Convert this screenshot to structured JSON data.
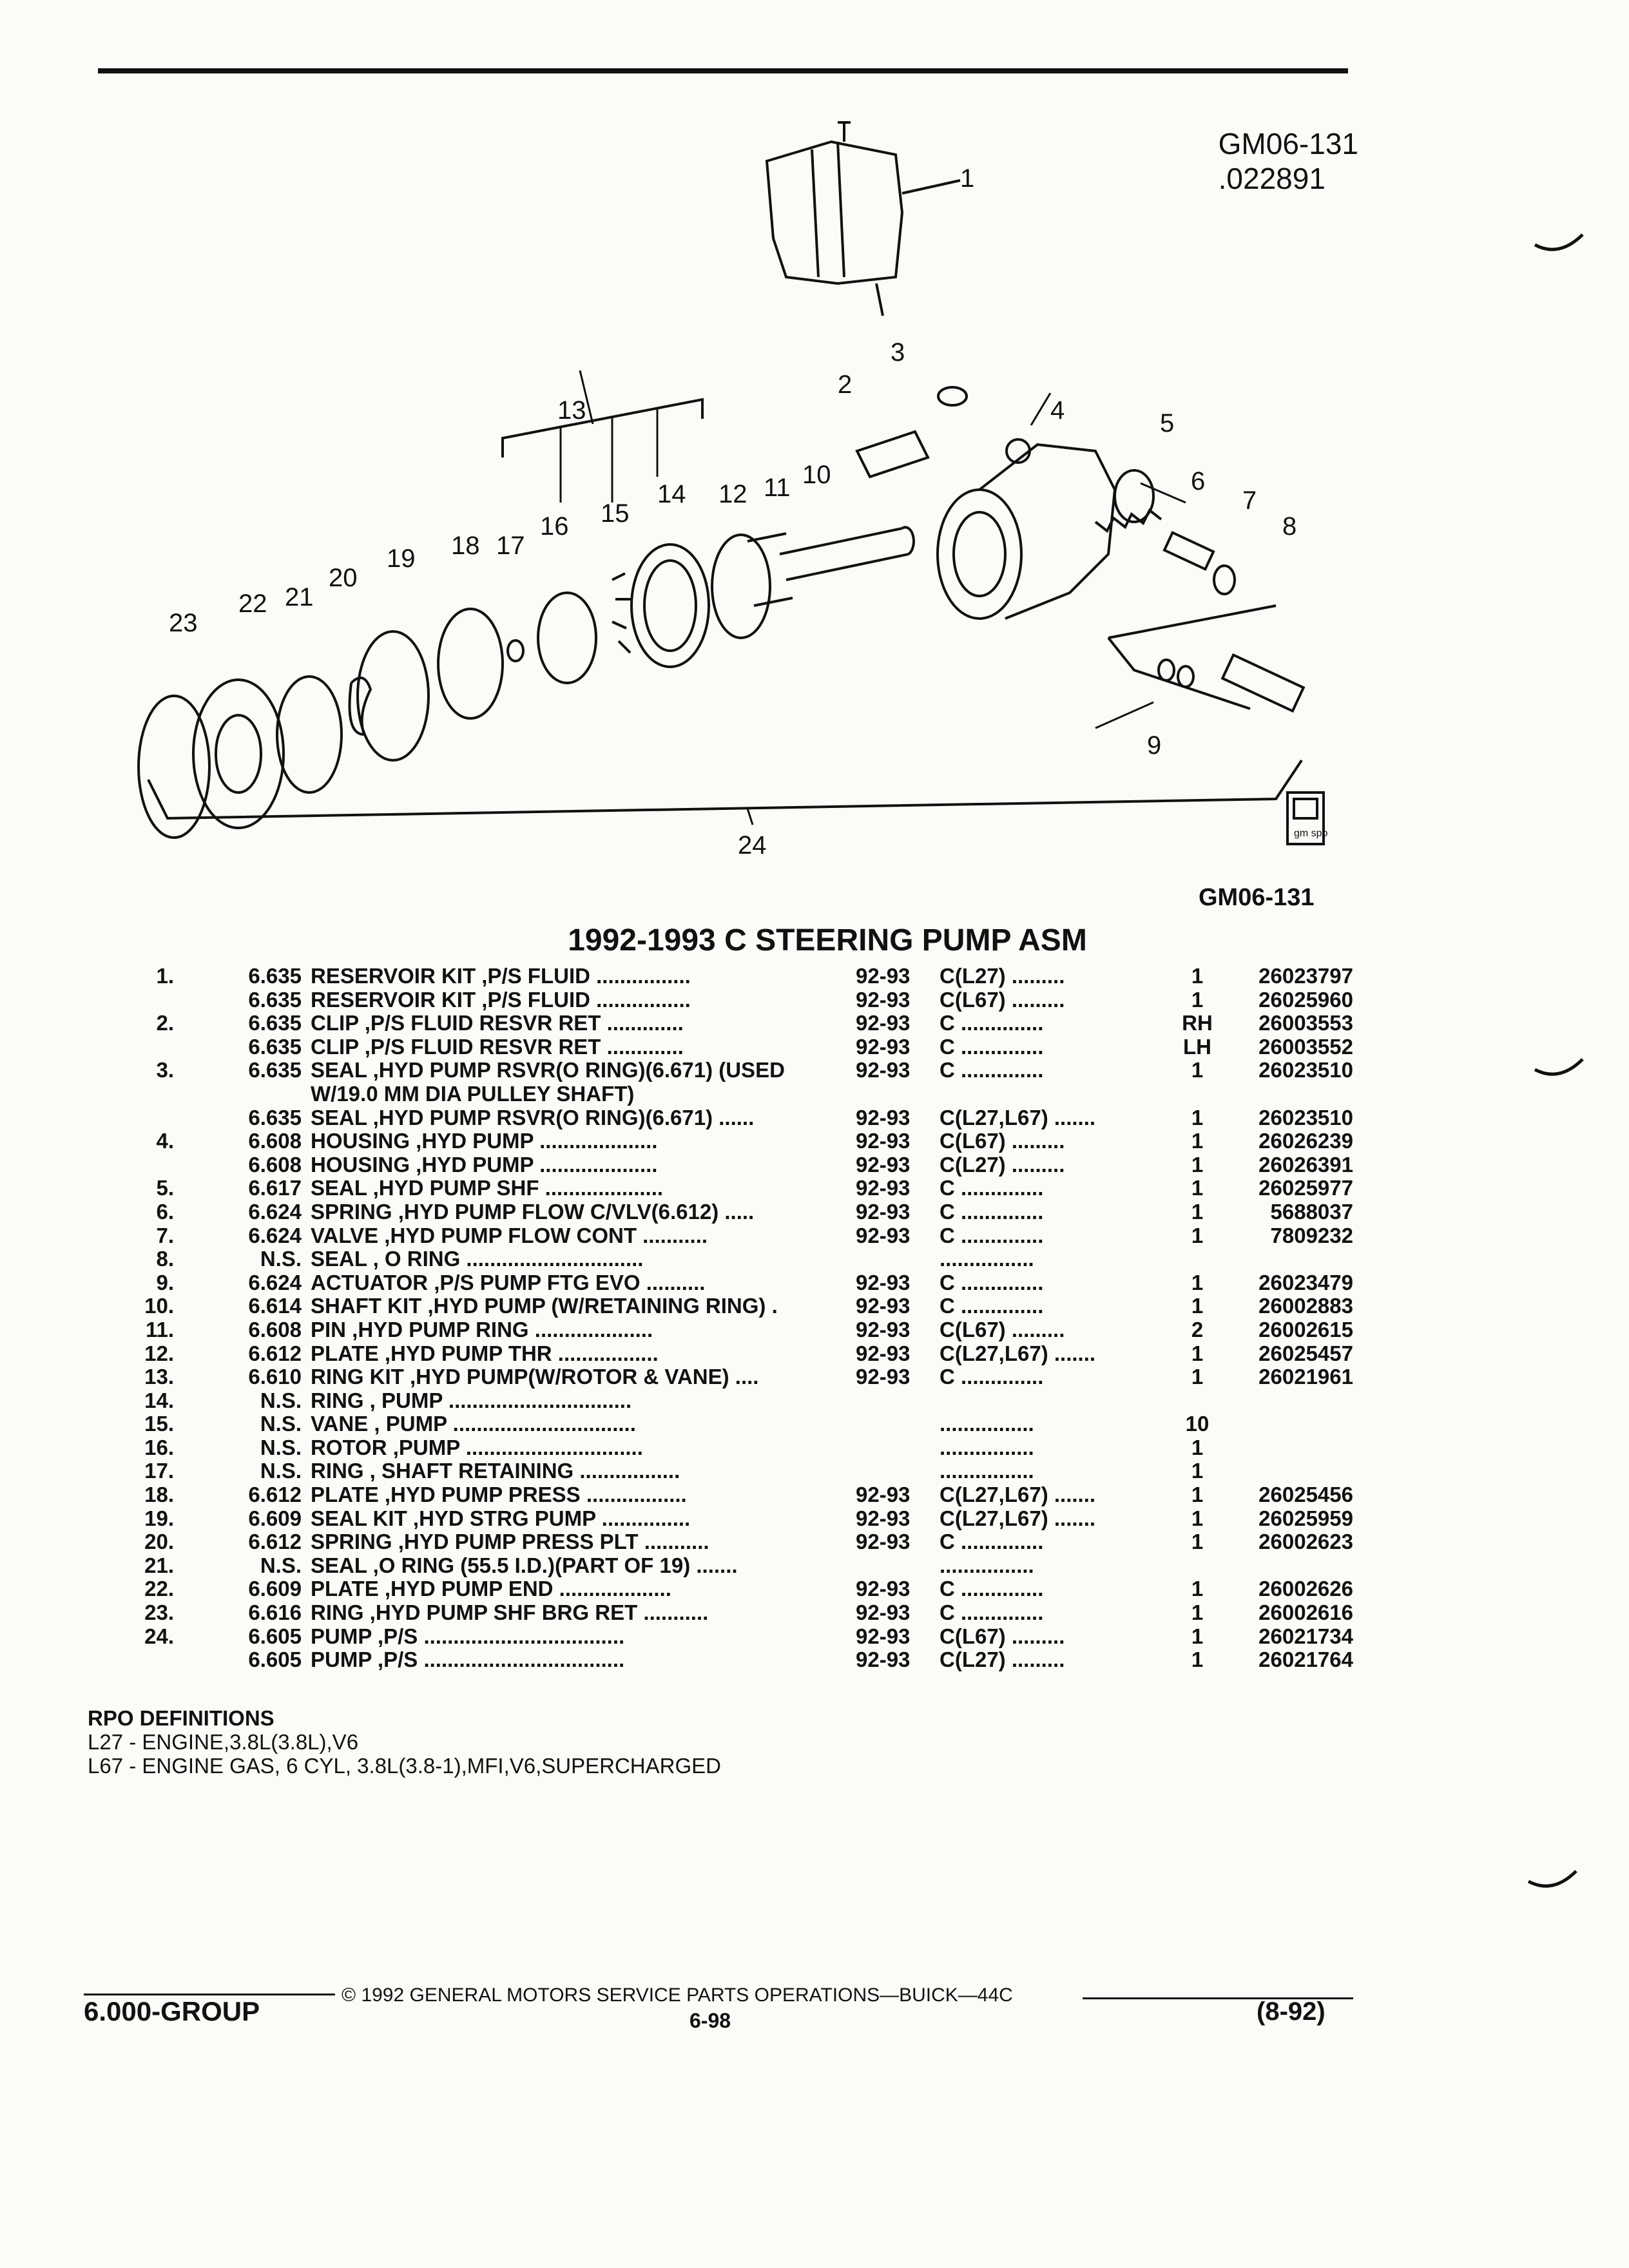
{
  "doc": {
    "ref_code": "GM06-131",
    "ref_date": ".022891",
    "figure_code": "GM06-131",
    "title": "1992-1993 C STEERING PUMP ASM"
  },
  "callouts": [
    "1",
    "2",
    "3",
    "4",
    "5",
    "6",
    "7",
    "8",
    "9",
    "10",
    "11",
    "12",
    "13",
    "14",
    "15",
    "16",
    "17",
    "18",
    "19",
    "20",
    "21",
    "22",
    "23",
    "24"
  ],
  "logo_text": "gm spo",
  "parts": [
    {
      "idx": "1.",
      "grp": "6.635",
      "desc": "RESERVOIR KIT ,P/S FLUID ................",
      "yr": "92-93",
      "app": "C(L27) .........",
      "qty": "1",
      "pn": "26023797"
    },
    {
      "idx": "",
      "grp": "6.635",
      "desc": "RESERVOIR KIT ,P/S FLUID ................",
      "yr": "92-93",
      "app": "C(L67) .........",
      "qty": "1",
      "pn": "26025960"
    },
    {
      "idx": "2.",
      "grp": "6.635",
      "desc": "CLIP ,P/S FLUID RESVR RET .............",
      "yr": "92-93",
      "app": "C ..............",
      "qty": "RH",
      "pn": "26003553"
    },
    {
      "idx": "",
      "grp": "6.635",
      "desc": "CLIP ,P/S FLUID RESVR RET .............",
      "yr": "92-93",
      "app": "C ..............",
      "qty": "LH",
      "pn": "26003552"
    },
    {
      "idx": "3.",
      "grp": "6.635",
      "desc": "SEAL ,HYD PUMP RSVR(O RING)(6.671) (USED",
      "yr": "92-93",
      "app": "C ..............",
      "qty": "1",
      "pn": "26023510"
    },
    {
      "idx": "",
      "grp": "",
      "desc": "W/19.0 MM DIA PULLEY SHAFT)",
      "yr": "",
      "app": "",
      "qty": "",
      "pn": ""
    },
    {
      "idx": "",
      "grp": "6.635",
      "desc": "SEAL ,HYD PUMP RSVR(O RING)(6.671) ......",
      "yr": "92-93",
      "app": "C(L27,L67) .......",
      "qty": "1",
      "pn": "26023510"
    },
    {
      "idx": "4.",
      "grp": "6.608",
      "desc": "HOUSING ,HYD PUMP ....................",
      "yr": "92-93",
      "app": "C(L67) .........",
      "qty": "1",
      "pn": "26026239"
    },
    {
      "idx": "",
      "grp": "6.608",
      "desc": "HOUSING ,HYD PUMP ....................",
      "yr": "92-93",
      "app": "C(L27) .........",
      "qty": "1",
      "pn": "26026391"
    },
    {
      "idx": "5.",
      "grp": "6.617",
      "desc": "SEAL ,HYD PUMP SHF ....................",
      "yr": "92-93",
      "app": "C ..............",
      "qty": "1",
      "pn": "26025977"
    },
    {
      "idx": "6.",
      "grp": "6.624",
      "desc": "SPRING ,HYD PUMP FLOW C/VLV(6.612) .....",
      "yr": "92-93",
      "app": "C ..............",
      "qty": "1",
      "pn": "5688037"
    },
    {
      "idx": "7.",
      "grp": "6.624",
      "desc": "VALVE ,HYD PUMP FLOW CONT ...........",
      "yr": "92-93",
      "app": "C ..............",
      "qty": "1",
      "pn": "7809232"
    },
    {
      "idx": "8.",
      "grp": "N.S.",
      "desc": "SEAL , O RING ..............................",
      "yr": "",
      "app": "................",
      "qty": "",
      "pn": ""
    },
    {
      "idx": "9.",
      "grp": "6.624",
      "desc": "ACTUATOR ,P/S PUMP FTG EVO ..........",
      "yr": "92-93",
      "app": "C ..............",
      "qty": "1",
      "pn": "26023479"
    },
    {
      "idx": "10.",
      "grp": "6.614",
      "desc": "SHAFT KIT ,HYD PUMP (W/RETAINING RING) .",
      "yr": "92-93",
      "app": "C ..............",
      "qty": "1",
      "pn": "26002883"
    },
    {
      "idx": "11.",
      "grp": "6.608",
      "desc": "PIN ,HYD PUMP RING ....................",
      "yr": "92-93",
      "app": "C(L67) .........",
      "qty": "2",
      "pn": "26002615"
    },
    {
      "idx": "12.",
      "grp": "6.612",
      "desc": "PLATE ,HYD PUMP THR .................",
      "yr": "92-93",
      "app": "C(L27,L67) .......",
      "qty": "1",
      "pn": "26025457"
    },
    {
      "idx": "13.",
      "grp": "6.610",
      "desc": "RING KIT ,HYD PUMP(W/ROTOR & VANE) ....",
      "yr": "92-93",
      "app": "C ..............",
      "qty": "1",
      "pn": "26021961"
    },
    {
      "idx": "14.",
      "grp": "N.S.",
      "desc": "RING , PUMP ...............................",
      "yr": "",
      "app": "",
      "qty": "",
      "pn": ""
    },
    {
      "idx": "15.",
      "grp": "N.S.",
      "desc": "VANE , PUMP ...............................",
      "yr": "",
      "app": "................",
      "qty": "10",
      "pn": ""
    },
    {
      "idx": "16.",
      "grp": "N.S.",
      "desc": "ROTOR ,PUMP ..............................",
      "yr": "",
      "app": "................",
      "qty": "1",
      "pn": ""
    },
    {
      "idx": "17.",
      "grp": "N.S.",
      "desc": "RING , SHAFT RETAINING .................",
      "yr": "",
      "app": "................",
      "qty": "1",
      "pn": ""
    },
    {
      "idx": "18.",
      "grp": "6.612",
      "desc": "PLATE ,HYD PUMP PRESS .................",
      "yr": "92-93",
      "app": "C(L27,L67) .......",
      "qty": "1",
      "pn": "26025456"
    },
    {
      "idx": "19.",
      "grp": "6.609",
      "desc": "SEAL KIT ,HYD STRG PUMP ...............",
      "yr": "92-93",
      "app": "C(L27,L67) .......",
      "qty": "1",
      "pn": "26025959"
    },
    {
      "idx": "20.",
      "grp": "6.612",
      "desc": "SPRING ,HYD PUMP PRESS PLT ...........",
      "yr": "92-93",
      "app": "C ..............",
      "qty": "1",
      "pn": "26002623"
    },
    {
      "idx": "21.",
      "grp": "N.S.",
      "desc": "SEAL ,O RING (55.5 I.D.)(PART OF 19) .......",
      "yr": "",
      "app": "................",
      "qty": "",
      "pn": ""
    },
    {
      "idx": "22.",
      "grp": "6.609",
      "desc": "PLATE ,HYD PUMP END ...................",
      "yr": "92-93",
      "app": "C ..............",
      "qty": "1",
      "pn": "26002626"
    },
    {
      "idx": "23.",
      "grp": "6.616",
      "desc": "RING ,HYD PUMP SHF BRG RET ...........",
      "yr": "92-93",
      "app": "C ..............",
      "qty": "1",
      "pn": "26002616"
    },
    {
      "idx": "24.",
      "grp": "6.605",
      "desc": "PUMP ,P/S ..................................",
      "yr": "92-93",
      "app": "C(L67) .........",
      "qty": "1",
      "pn": "26021734"
    },
    {
      "idx": "",
      "grp": "6.605",
      "desc": "PUMP ,P/S ..................................",
      "yr": "92-93",
      "app": "C(L27) .........",
      "qty": "1",
      "pn": "26021764"
    }
  ],
  "rpo": {
    "heading": "RPO DEFINITIONS",
    "l27": "L27 - ENGINE,3.8L(3.8L),V6",
    "l67": "L67 - ENGINE GAS, 6 CYL, 3.8L(3.8-1),MFI,V6,SUPERCHARGED"
  },
  "footer": {
    "copyright": "© 1992 GENERAL MOTORS SERVICE PARTS OPERATIONS—BUICK—44C",
    "group": "6.000-GROUP",
    "page": "6-98",
    "date_code": "(8-92)"
  }
}
